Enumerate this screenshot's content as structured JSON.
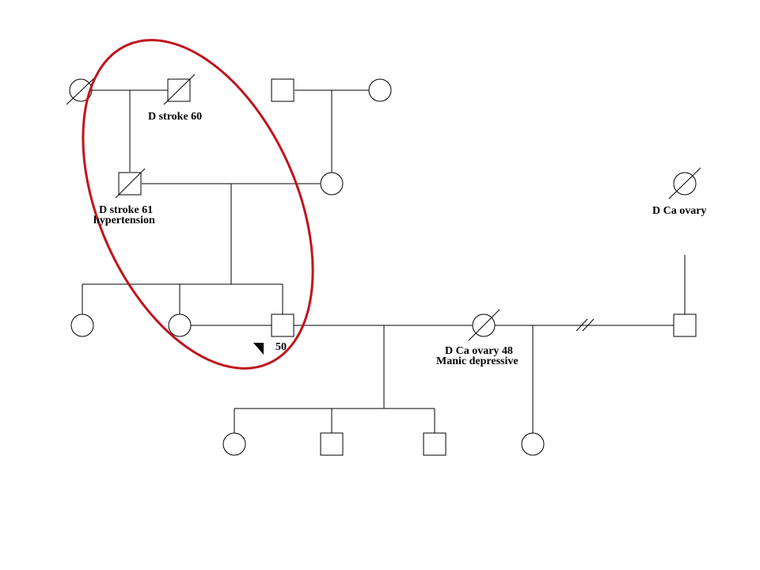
{
  "colors": {
    "affected_fill": "#2f2fa0",
    "unaffected_fill": "#ffffff",
    "line": "#000000",
    "highlight_ellipse": "#c0141c"
  },
  "symbols": {
    "female": "circle",
    "male": "square",
    "deceased_marker": "diagonal-slash",
    "proband_marker": "black-triangle-arrow"
  },
  "labels": {
    "gp_paternal_father": "D stroke 60",
    "father_line1": "D stroke 61",
    "father_line2": "hypertension",
    "maternal_grandmother": "D Ca ovary",
    "proband_age": "50",
    "wife_line1": "D Ca ovary 48",
    "wife_line2": "Manic depressive"
  }
}
